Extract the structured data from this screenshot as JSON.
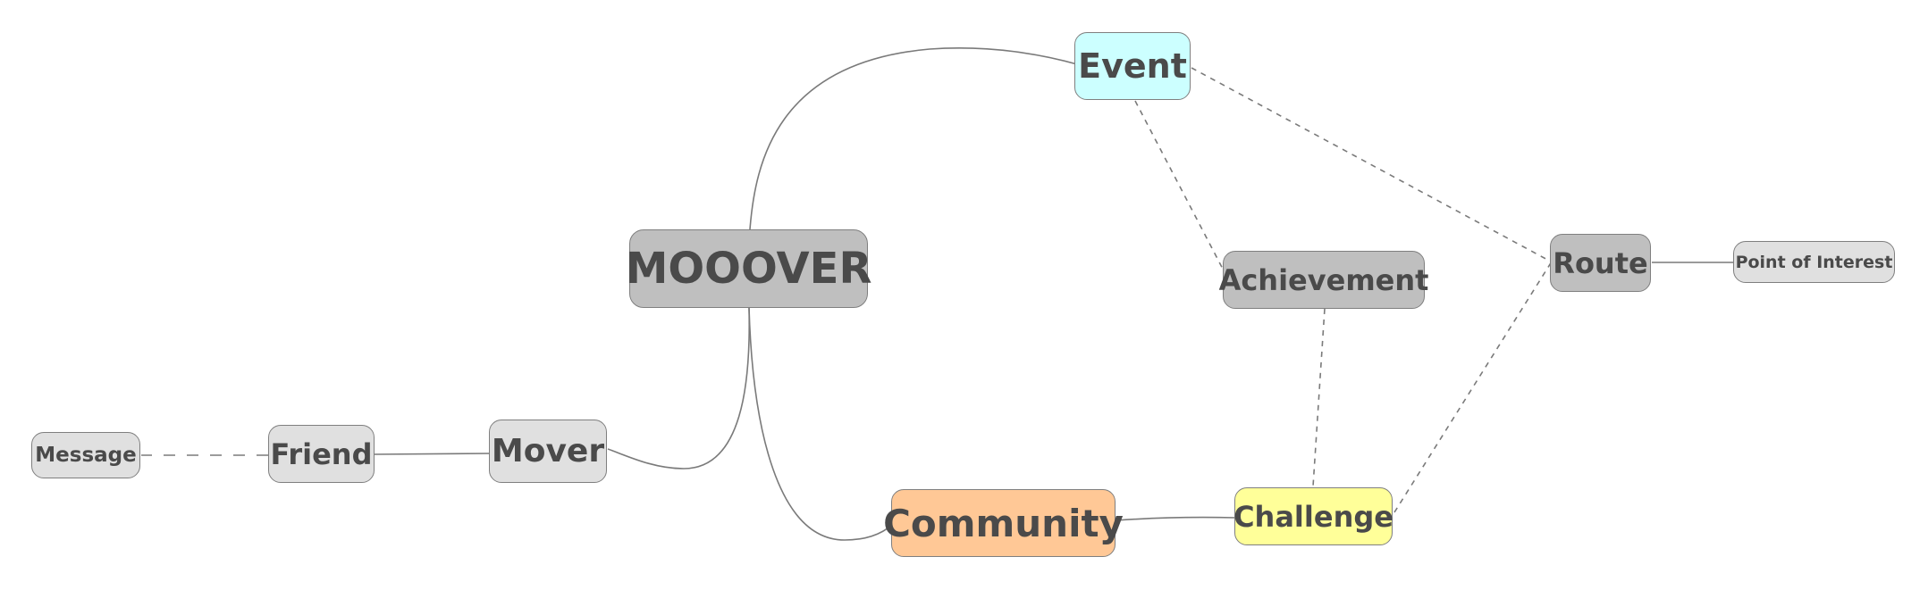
{
  "nodes": {
    "root": {
      "label": "MOOOVER",
      "color": "#bfbfbf"
    },
    "event": {
      "label": "Event",
      "color": "#ccffff"
    },
    "achievement": {
      "label": "Achievement",
      "color": "#bfbfbf"
    },
    "route": {
      "label": "Route",
      "color": "#bfbfbf"
    },
    "point_of_interest": {
      "label": "Point of Interest",
      "color": "#e0e0e0"
    },
    "message": {
      "label": "Message",
      "color": "#e0e0e0"
    },
    "friend": {
      "label": "Friend",
      "color": "#e0e0e0"
    },
    "mover": {
      "label": "Mover",
      "color": "#e0e0e0"
    },
    "community": {
      "label": "Community",
      "color": "#ffc896"
    },
    "challenge": {
      "label": "Challenge",
      "color": "#ffff99"
    }
  },
  "edges": [
    {
      "from": "root",
      "to": "event",
      "style": "solid"
    },
    {
      "from": "root",
      "to": "mover",
      "style": "solid"
    },
    {
      "from": "root",
      "to": "community",
      "style": "solid"
    },
    {
      "from": "mover",
      "to": "friend",
      "style": "solid"
    },
    {
      "from": "friend",
      "to": "message",
      "style": "dashed"
    },
    {
      "from": "community",
      "to": "challenge",
      "style": "solid"
    },
    {
      "from": "route",
      "to": "point_of_interest",
      "style": "solid"
    },
    {
      "from": "event",
      "to": "achievement",
      "style": "dashed"
    },
    {
      "from": "event",
      "to": "route",
      "style": "dashed"
    },
    {
      "from": "achievement",
      "to": "challenge",
      "style": "dashed"
    },
    {
      "from": "challenge",
      "to": "route",
      "style": "dashed"
    }
  ]
}
